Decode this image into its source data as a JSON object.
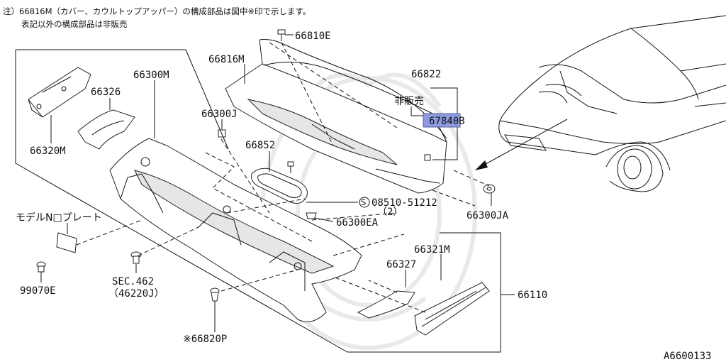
{
  "note": {
    "line1": "注）66816M（カバー、カウルトップアッパー）の構成部品は図中※印で示します。",
    "line2": "表記以外の構成部品は非販売"
  },
  "labels": {
    "p66810E": "66810E",
    "p66816M": "66816M",
    "p66822": "66822",
    "not_sold": "非販売",
    "p67840B": "67840B",
    "p66300M": "66300M",
    "p66326": "66326",
    "p66320M": "66320M",
    "p66300J": "66300J",
    "p66852": "66852",
    "p08510": "08510-51212",
    "p08510_qty": "（2）",
    "p66300JA": "66300JA",
    "p66300EA": "66300EA",
    "model_plate": "モデルN□プレート",
    "p99070E": "99070E",
    "sec462": "SEC.462",
    "p46220J": "（46220J）",
    "p66321M": "66321M",
    "p66327": "66327",
    "p66110": "66110",
    "p66820P": "※66820P",
    "diagram_id": "A6600133"
  },
  "colors": {
    "highlight": "#8e9be0",
    "line": "#111111"
  }
}
